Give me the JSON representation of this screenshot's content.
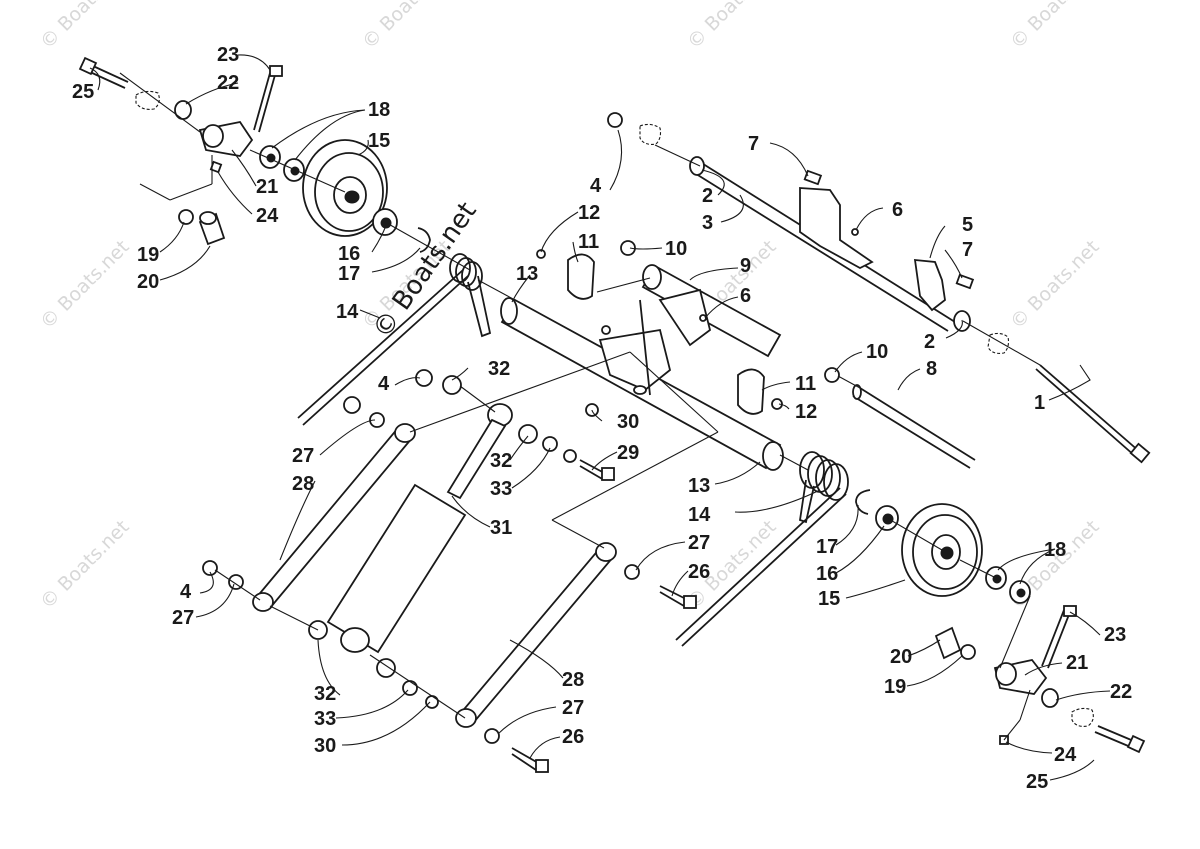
{
  "watermark": {
    "text": "© Boats.net"
  },
  "callouts": [
    "1",
    "2",
    "2",
    "3",
    "4",
    "4",
    "4",
    "5",
    "6",
    "6",
    "7",
    "7",
    "8",
    "9",
    "10",
    "10",
    "11",
    "11",
    "12",
    "12",
    "13",
    "13",
    "14",
    "14",
    "15",
    "15",
    "16",
    "16",
    "17",
    "17",
    "18",
    "18",
    "19",
    "19",
    "20",
    "20",
    "21",
    "21",
    "22",
    "22",
    "23",
    "23",
    "24",
    "24",
    "25",
    "25",
    "26",
    "26",
    "27",
    "27",
    "27",
    "27",
    "28",
    "28",
    "29",
    "30",
    "30",
    "31",
    "32",
    "32",
    "32",
    "33",
    "33"
  ]
}
